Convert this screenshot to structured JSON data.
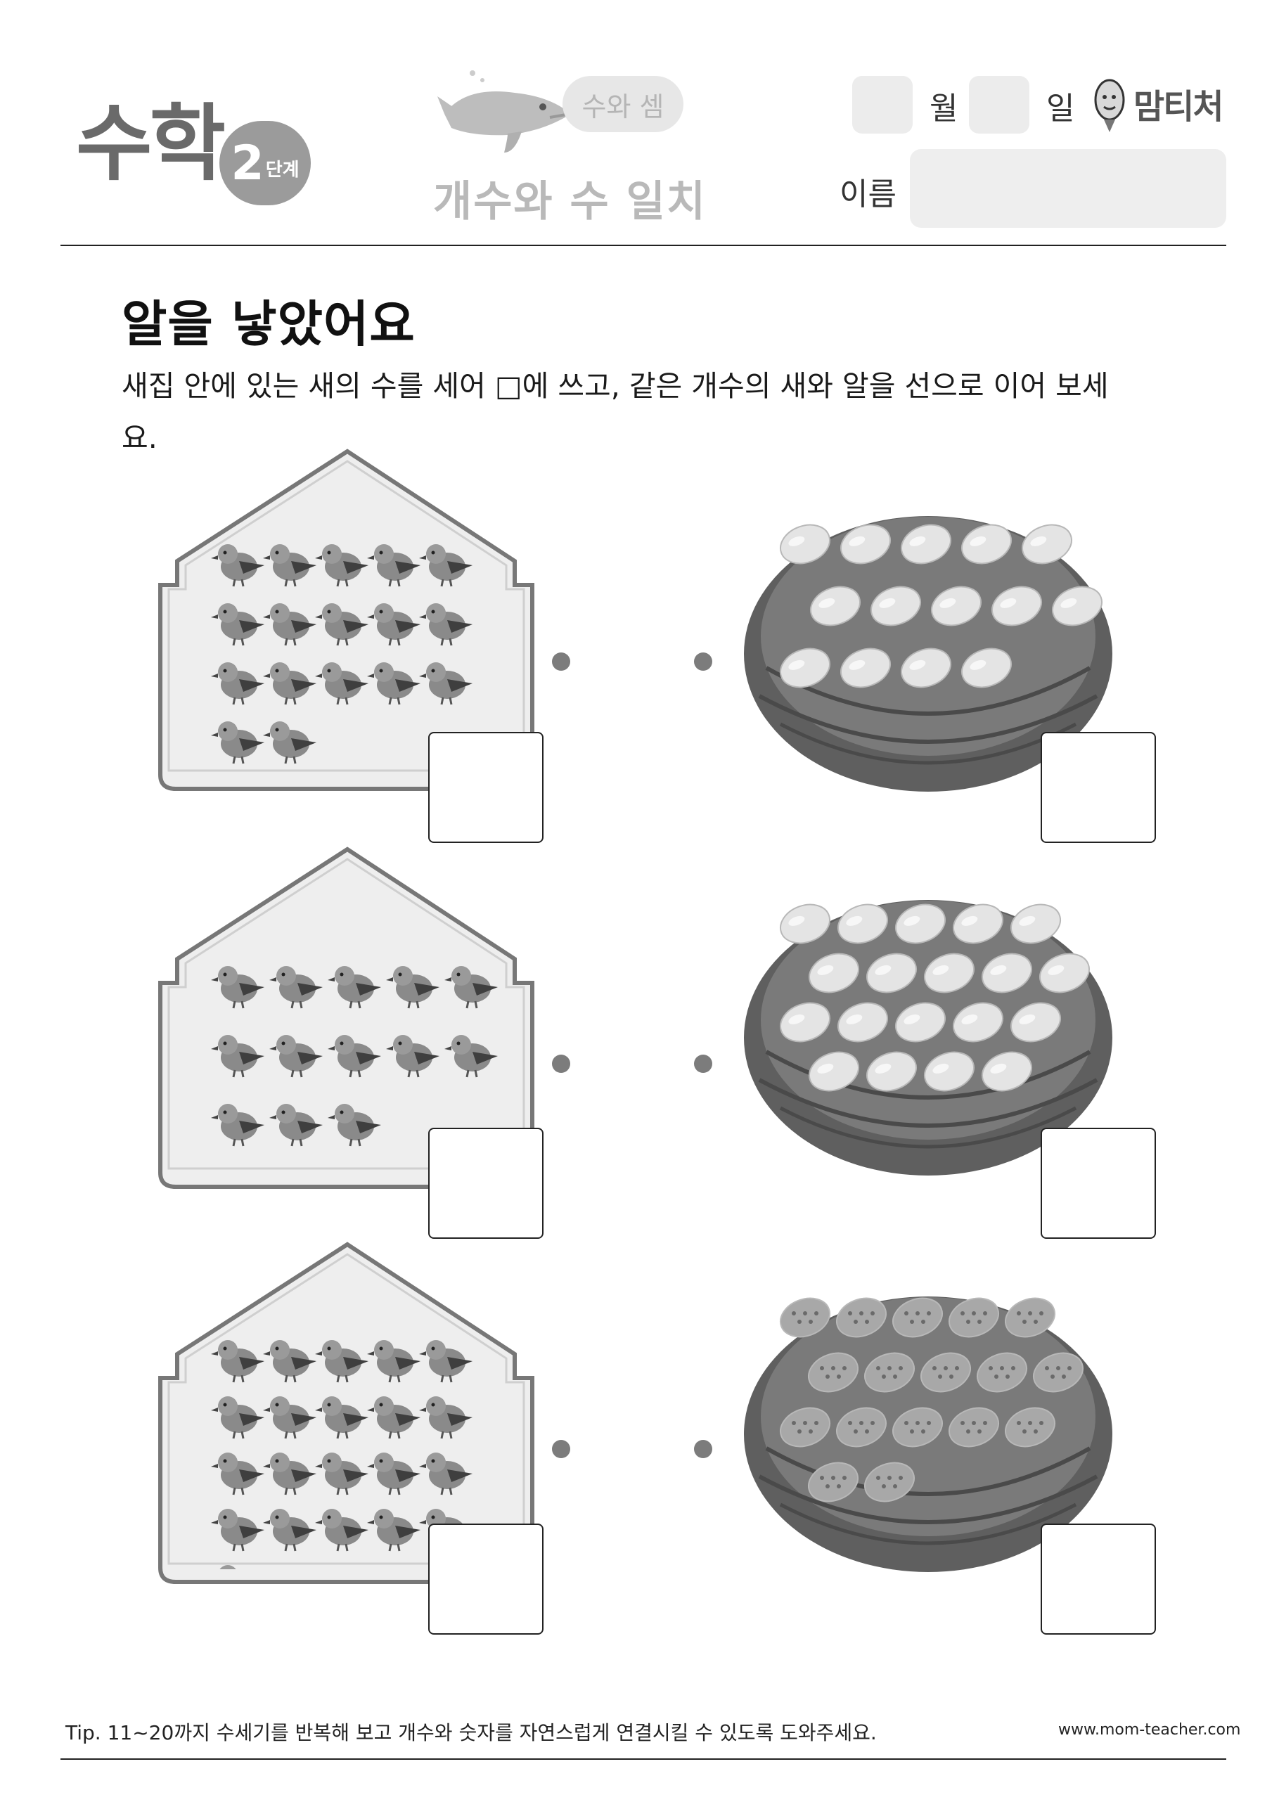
{
  "header": {
    "logo": {
      "title": "수학",
      "level_number": "2",
      "level_unit": "단계"
    },
    "category": "수와 셈",
    "topic": "개수와 수 일치",
    "month_label": "월",
    "day_label": "일",
    "brand": "맘티처",
    "name_label": "이름"
  },
  "worksheet": {
    "title": "알을 낳았어요",
    "instruction": "새집 안에 있는 새의 수를 세어 □에 쓰고, 같은 개수의 새와 알을 선으로 이어 보세요.",
    "rows": [
      {
        "birds": 17,
        "eggs": 14
      },
      {
        "birds": 13,
        "eggs": 19
      },
      {
        "birds": 21,
        "eggs": 17
      }
    ]
  },
  "footer": {
    "tip": "Tip. 11~20까지 수세기를 반복해 보고 개수와 숫자를 자연스럽게 연결시킬 수 있도록 도와주세요.",
    "website": "www.mom-teacher.com"
  },
  "colors": {
    "text": "#1a1a1a",
    "muted_gray": "#b9b9b9",
    "house_fill": "#eeeeee",
    "nest": "#6f6f6f",
    "egg": "#e6e6e6",
    "bird": "#7a7a7a"
  }
}
